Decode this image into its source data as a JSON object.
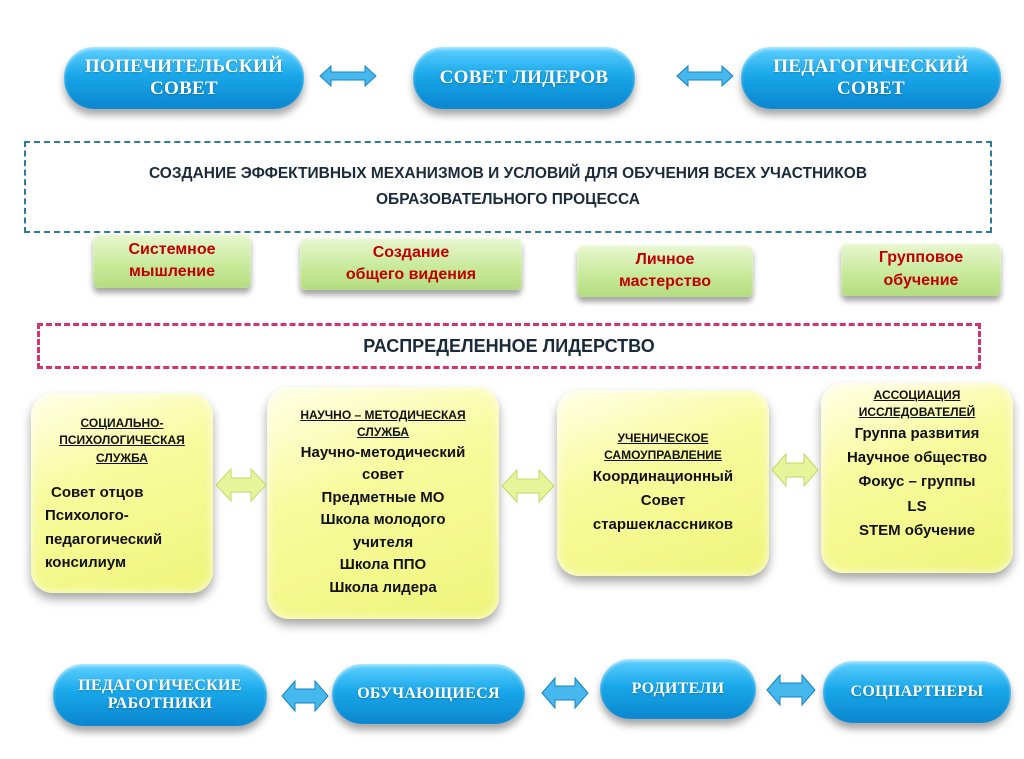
{
  "top_pills": [
    {
      "lines": [
        "ПОПЕЧИТЕЛЬСКИЙ",
        "СОВЕТ"
      ]
    },
    {
      "lines": [
        "СОВЕТ ЛИДЕРОВ"
      ]
    },
    {
      "lines": [
        "ПЕДАГОГИЧЕСКИЙ",
        "СОВЕТ"
      ]
    }
  ],
  "mission": {
    "line1": "СОЗДАНИЕ ЭФФЕКТИВНЫХ МЕХАНИЗМОВ И УСЛОВИЙ ДЛЯ ОБУЧЕНИЯ ВСЕХ УЧАСТНИКОВ",
    "line2": "ОБРАЗОВАТЕЛЬНОГО ПРОЦЕССА"
  },
  "disciplines": [
    {
      "lines": [
        "Системное",
        "мышление"
      ]
    },
    {
      "lines": [
        "Создание",
        "общего видения"
      ]
    },
    {
      "lines": [
        "Личное",
        "мастерство"
      ]
    },
    {
      "lines": [
        "Групповое",
        "обучение"
      ]
    }
  ],
  "leadership": "РАСПРЕДЕЛЕННОЕ ЛИДЕРСТВО",
  "services": [
    {
      "heading": [
        "СОЦИАЛЬНО-",
        "ПСИХОЛОГИЧЕСКАЯ",
        "СЛУЖБА"
      ],
      "items": [
        "Совет отцов",
        "Психолого-",
        "педагогический",
        "консилиум"
      ]
    },
    {
      "heading": [
        "НАУЧНО – МЕТОДИЧЕСКАЯ",
        "СЛУЖБА"
      ],
      "items": [
        "Научно-методический",
        "совет",
        "Предметные МО",
        "Школа молодого",
        "учителя",
        "Школа ППО",
        "Школа лидера"
      ]
    },
    {
      "heading": [
        "УЧЕНИЧЕСКОЕ",
        "САМОУПРАВЛЕНИЕ"
      ],
      "items": [
        "Координационный",
        "Совет",
        "старшеклассников"
      ]
    },
    {
      "heading": [
        "АССОЦИАЦИЯ",
        "ИССЛЕДОВАТЕЛЕЙ"
      ],
      "items": [
        "Группа развития",
        "Научное общество",
        "Фокус – группы",
        "LS",
        "STEM обучение"
      ]
    }
  ],
  "bottom_pills": [
    {
      "lines": [
        "ПЕДАГОГИЧЕСКИЕ",
        "РАБОТНИКИ"
      ]
    },
    {
      "lines": [
        "ОБУЧАЮЩИЕСЯ"
      ]
    },
    {
      "lines": [
        "РОДИТЕЛИ"
      ]
    },
    {
      "lines": [
        "СОЦПАРТНЕРЫ"
      ]
    }
  ],
  "colors": {
    "pill_blue": "#19a8ea",
    "mission_border": "#2e7a99",
    "leadership_border": "#d6336c",
    "discipline_text": "#c00000",
    "service_fill": "#f4f88c",
    "arrow_blue": "#2ea9e6",
    "arrow_green": "#e6f59a"
  }
}
